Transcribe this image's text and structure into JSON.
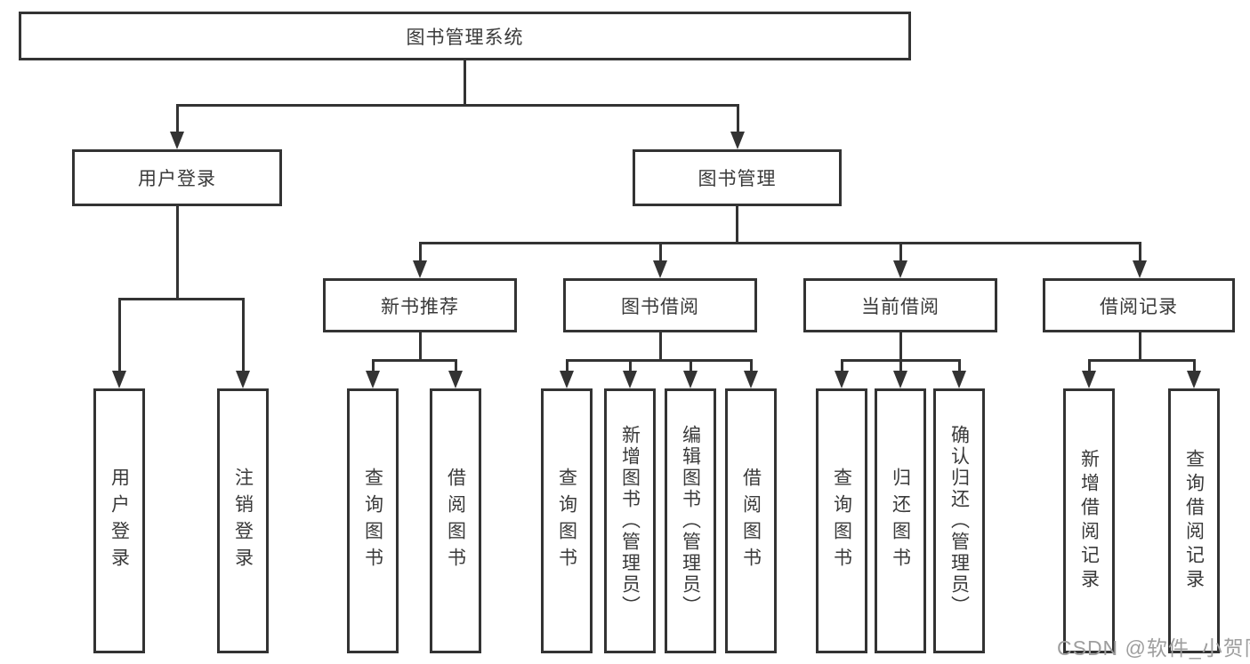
{
  "diagram": {
    "root": {
      "label": "图书管理系统"
    },
    "level2": [
      {
        "id": "user-login",
        "label": "用户登录"
      },
      {
        "id": "book-management",
        "label": "图书管理"
      }
    ],
    "level3": [
      {
        "id": "new-book-recommend",
        "label": "新书推荐",
        "parent": "图书管理"
      },
      {
        "id": "book-borrow",
        "label": "图书借阅",
        "parent": "图书管理"
      },
      {
        "id": "current-borrow",
        "label": "当前借阅",
        "parent": "图书管理"
      },
      {
        "id": "borrow-record",
        "label": "借阅记录",
        "parent": "图书管理"
      }
    ],
    "leaves": [
      {
        "id": "user-login-action",
        "label": "用户登录",
        "parent": "用户登录"
      },
      {
        "id": "logout-action",
        "label": "注销登录",
        "parent": "用户登录"
      },
      {
        "id": "nb-query-book",
        "label": "查询图书",
        "parent": "新书推荐"
      },
      {
        "id": "nb-borrow-book",
        "label": "借阅图书",
        "parent": "新书推荐"
      },
      {
        "id": "bb-query-book",
        "label": "查询图书",
        "parent": "图书借阅"
      },
      {
        "id": "bb-add-book-admin",
        "label": "新增图书（管理员）",
        "parent": "图书借阅"
      },
      {
        "id": "bb-edit-book-admin",
        "label": "编辑图书（管理员）",
        "parent": "图书借阅"
      },
      {
        "id": "bb-borrow-book",
        "label": "借阅图书",
        "parent": "图书借阅"
      },
      {
        "id": "cb-query-book",
        "label": "查询图书",
        "parent": "当前借阅"
      },
      {
        "id": "cb-return-book",
        "label": "归还图书",
        "parent": "当前借阅"
      },
      {
        "id": "cb-confirm-return",
        "label": "确认归还（管理员）",
        "parent": "当前借阅"
      },
      {
        "id": "br-add-record",
        "label": "新增借阅记录",
        "parent": "借阅记录"
      },
      {
        "id": "br-query-record",
        "label": "查询借阅记录",
        "parent": "借阅记录"
      }
    ],
    "watermark": "CSDN @软件_小贺同学"
  },
  "colors": {
    "line": "#333333",
    "text": "#3a3a3a",
    "box_background": "#ffffff",
    "page_background": "#ffffff",
    "watermark": "#9e9e9e"
  }
}
